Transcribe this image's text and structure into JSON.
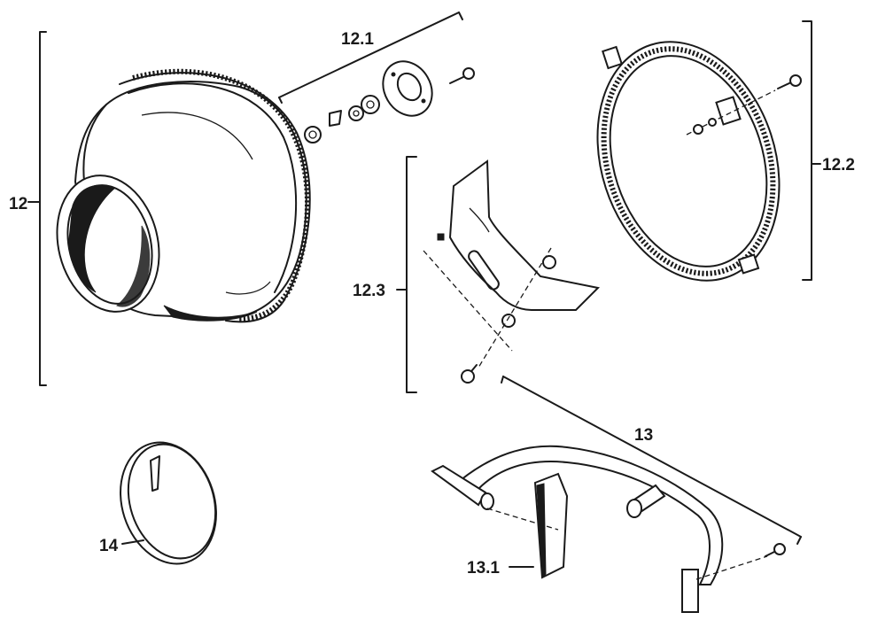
{
  "labels": {
    "p12": "12",
    "p12_1": "12.1",
    "p12_2": "12.2",
    "p12_3": "12.3",
    "p13": "13",
    "p13_1": "13.1",
    "p14": "14"
  }
}
